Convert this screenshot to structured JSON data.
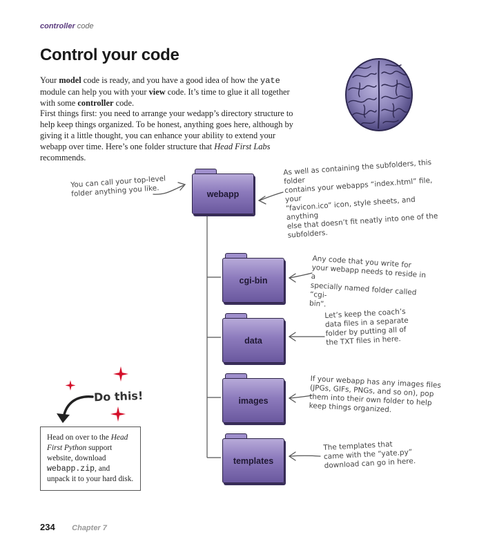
{
  "running_head": {
    "main": "controller",
    "rest": " code"
  },
  "title": "Control your code",
  "paragraph1": {
    "t1": "Your ",
    "b1": "model",
    "t2": " code is ready, and you have a good idea of how the ",
    "m1": "yate",
    "t3": " module can help you with your ",
    "b2": "view",
    "t4": " code. It’s time to glue it all together with some ",
    "b3": "controller",
    "t5": " code."
  },
  "paragraph2": {
    "t1": "First things first: you need to arrange your wedapp’s directory structure to help keep things organized. To be honest, anything goes here, although by giving it a little thought, you can enhance your ability to extend your webapp over time. Here’s one folder structure that ",
    "i1": "Head First Labs",
    "t2": " recommends."
  },
  "folders": {
    "root": "webapp",
    "cgi": "cgi-bin",
    "data": "data",
    "images": "images",
    "templates": "templates"
  },
  "annotations": {
    "root_left": [
      "You can call your top-level",
      "folder anything you like."
    ],
    "root_right": [
      "As well as containing the subfolders, this folder",
      "contains your webapps “index.html” file, your",
      "“favicon.ico” icon, style sheets, and anything",
      "else that doesn’t fit neatly into one of the",
      "subfolders."
    ],
    "cgi": [
      "Any code that you write for",
      "your webapp needs to reside in a",
      "specially named folder called “cgi-",
      "bin”."
    ],
    "data": [
      "Let’s keep the coach’s",
      "data files in a separate",
      "folder by putting all of",
      "the TXT files in here."
    ],
    "images": [
      "If your webapp has any images files",
      "(JPGs, GIFs, PNGs, and so on), pop",
      "them into their own folder to help",
      "keep things organized."
    ],
    "templates": [
      "The templates that",
      "came with the “yate.py”",
      "download can go in here."
    ]
  },
  "do_this": "Do this!",
  "note_box": {
    "t1": "Head on over to the ",
    "i1": "Head First Python",
    "t2": " support website, download ",
    "m1": "webapp.zip",
    "t3": ", and unpack it to your hard disk."
  },
  "footer": {
    "page_number": "234",
    "chapter": "Chapter 7"
  },
  "icons": {
    "brain": "brain-icon",
    "star": "sparkle-star-icon"
  },
  "colors": {
    "folder_fill": "#8c7abc",
    "folder_border": "#2d2347",
    "brain": "#8a82b8",
    "star": "#d4102a"
  }
}
